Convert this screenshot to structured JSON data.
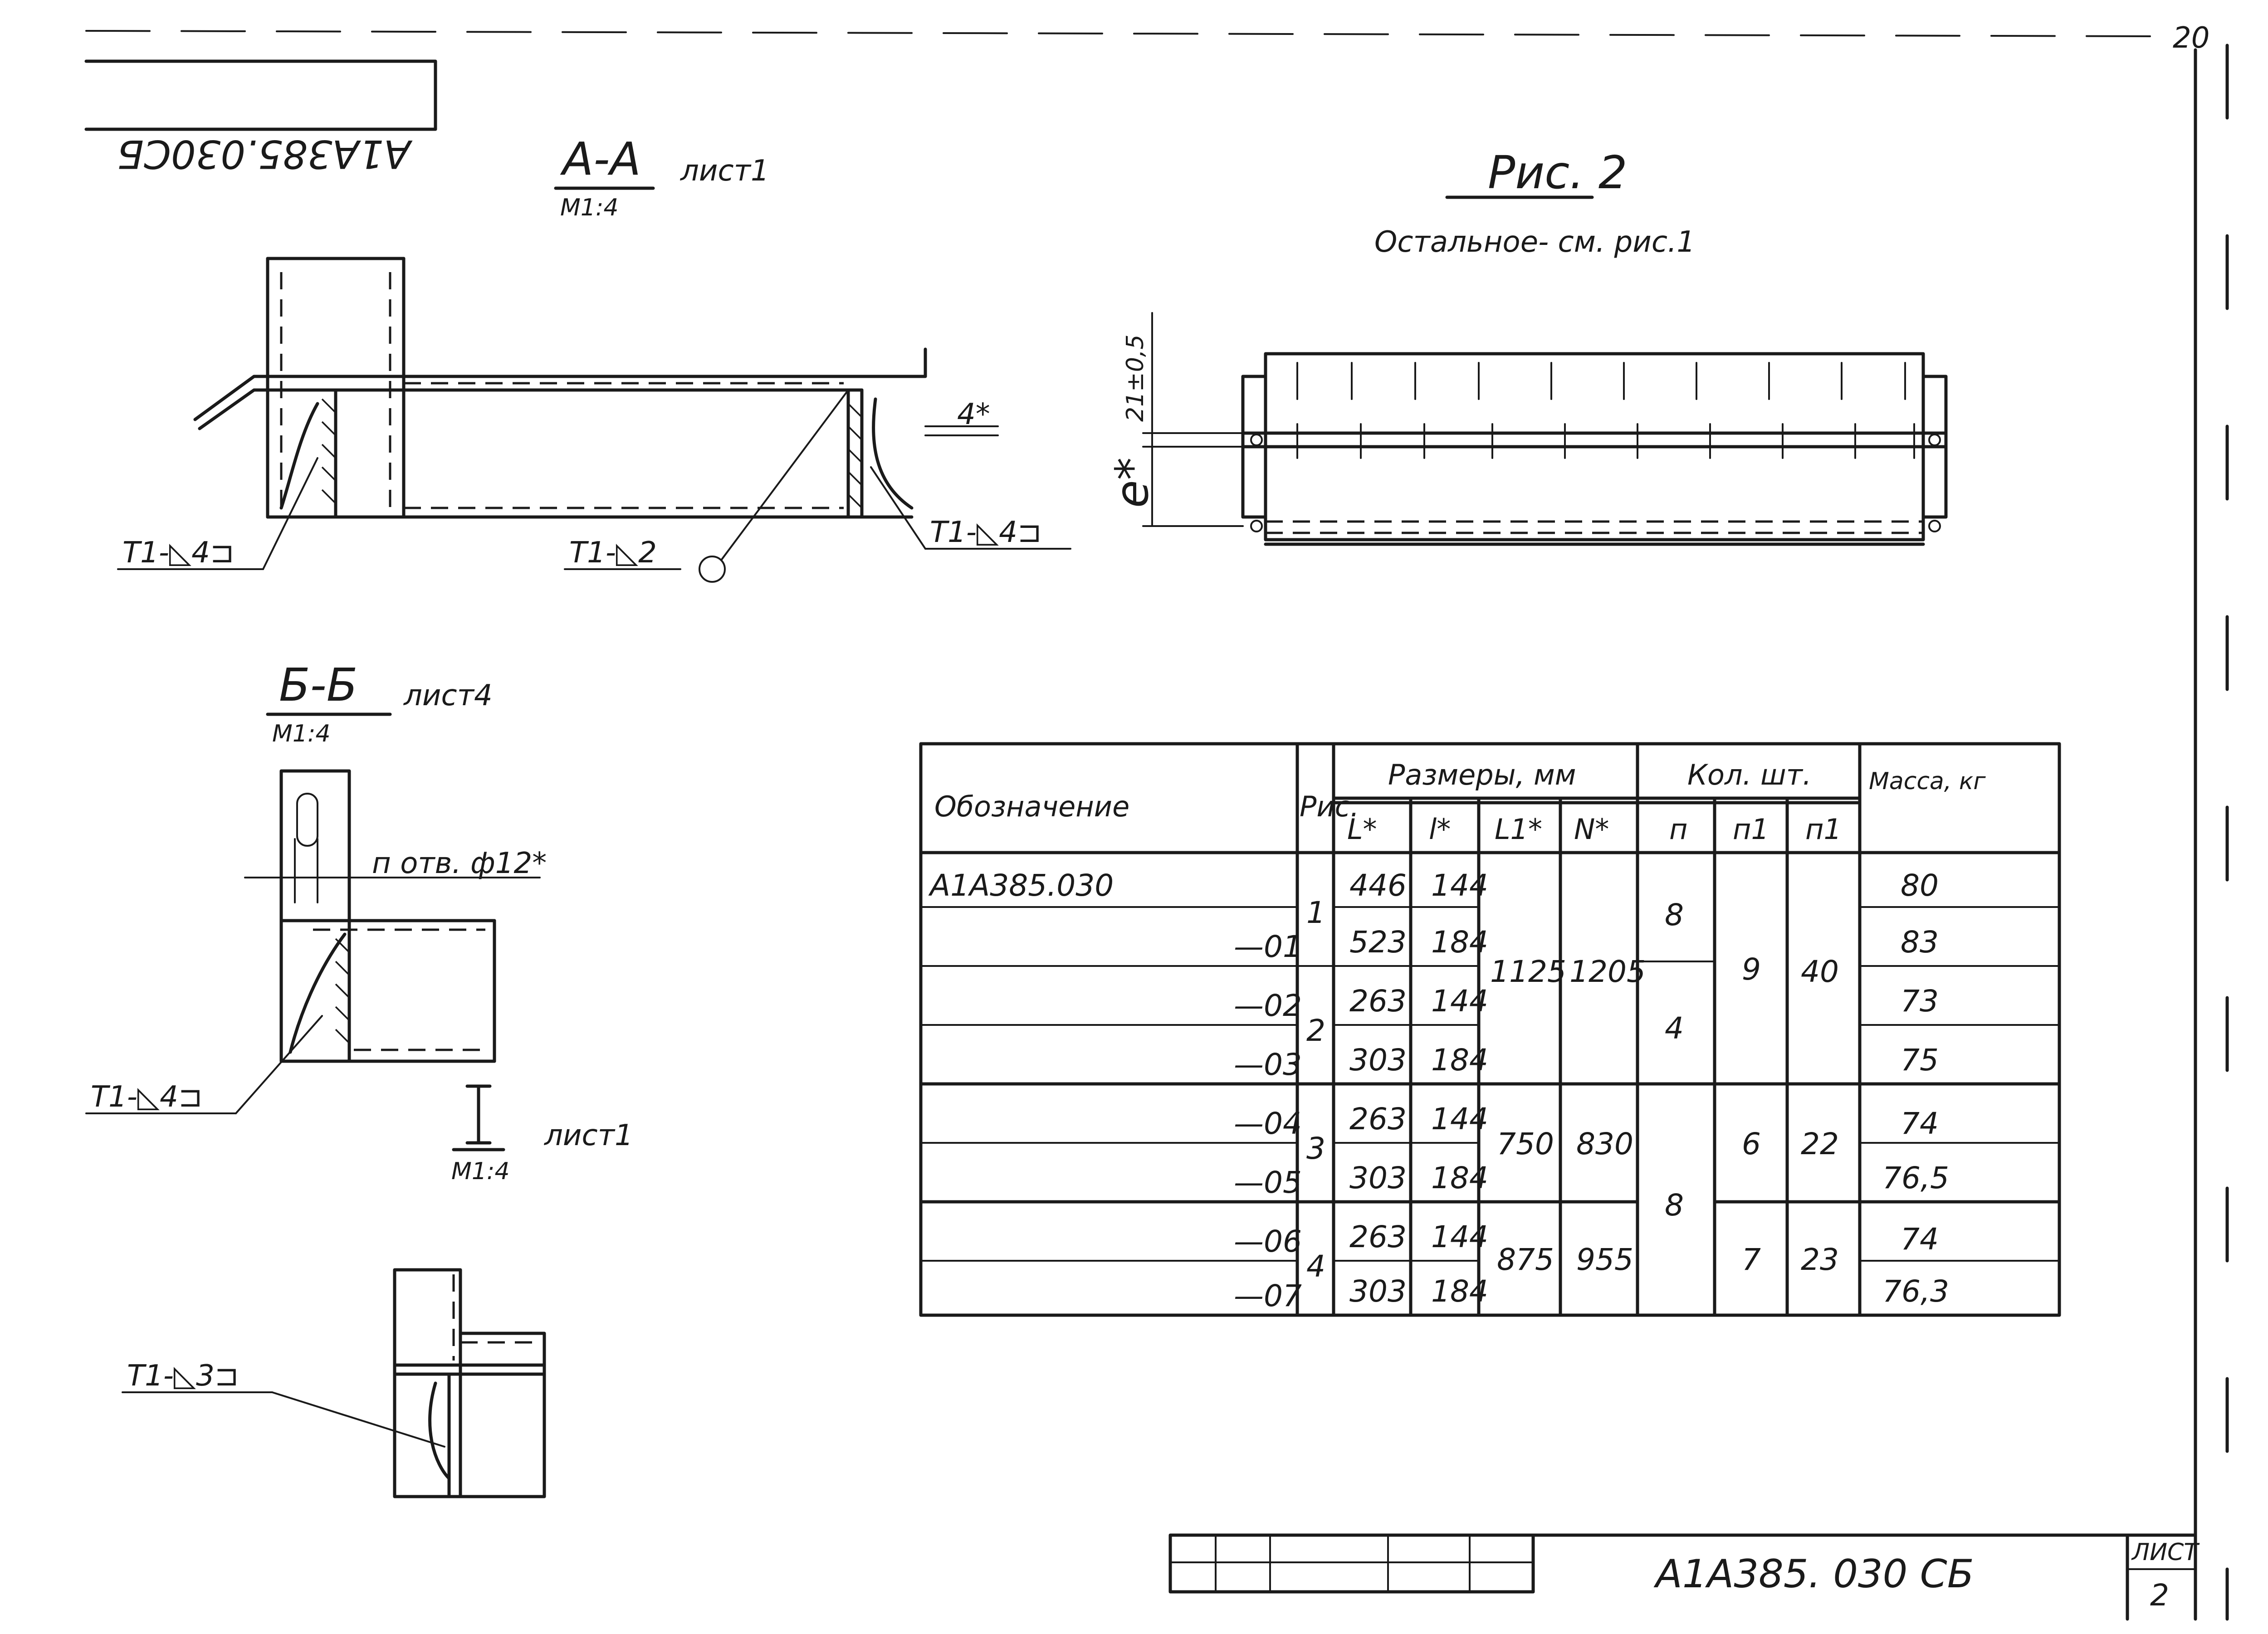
{
  "document": {
    "stamp_code_mirrored": "А1А385.030СБ",
    "page_corner": "20",
    "designation": "А1А385. 030 СБ",
    "sheet_label": "ЛИСТ",
    "sheet_number": "2"
  },
  "views": {
    "section_aa": {
      "title": "А-А",
      "sheet_ref": "лист1",
      "scale": "М1:4",
      "weld_left": "Т1-◺4⊐",
      "weld_center": "Т1-◺2",
      "weld_right": "Т1-◺4⊐",
      "dim": "4*"
    },
    "fig2": {
      "title": "Рис. 2",
      "note": "Остальное- см. рис.1",
      "dim_top": "21±0,5",
      "dim_e": "е*"
    },
    "section_bb": {
      "title": "Б-Б",
      "sheet_ref": "лист4",
      "scale": "М1:4",
      "holes": "п отв. ф12*",
      "weld": "Т1-◺4⊐"
    },
    "view_i": {
      "title": "I",
      "sheet_ref": "лист1",
      "scale": "М1:4",
      "weld": "Т1-◺3⊐"
    }
  },
  "table": {
    "headers": {
      "designation": "Обозначение",
      "fig": "Рис.",
      "dims_group": "Размеры, мм",
      "L": "L*",
      "l": "l*",
      "L1": "L1*",
      "N": "N*",
      "qty_group": "Кол. шт.",
      "n": "п",
      "n1a": "п1",
      "n1b": "п1",
      "mass": "Масса, кг"
    },
    "rows": [
      {
        "designation": "А1А385.030",
        "L": "446",
        "l": "144",
        "mass": "80"
      },
      {
        "designation": "—01",
        "L": "523",
        "l": "184",
        "mass": "83"
      },
      {
        "designation": "—02",
        "L": "263",
        "l": "144",
        "mass": "73"
      },
      {
        "designation": "—03",
        "L": "303",
        "l": "184",
        "mass": "75"
      },
      {
        "designation": "—04",
        "L": "263",
        "l": "144",
        "mass": "74"
      },
      {
        "designation": "—05",
        "L": "303",
        "l": "184",
        "mass": "76,5"
      },
      {
        "designation": "—06",
        "L": "263",
        "l": "144",
        "mass": "74"
      },
      {
        "designation": "—07",
        "L": "303",
        "l": "184",
        "mass": "76,3"
      }
    ],
    "fig_groups": [
      "1",
      "2",
      "3",
      "4"
    ],
    "L1_groups": [
      "1125",
      "750",
      "875"
    ],
    "N_groups": [
      "1205",
      "830",
      "955"
    ],
    "n_groups": [
      "8",
      "4",
      "8"
    ],
    "n1a_groups": [
      "9",
      "6",
      "7"
    ],
    "n1b_groups": [
      "40",
      "22",
      "23"
    ]
  }
}
